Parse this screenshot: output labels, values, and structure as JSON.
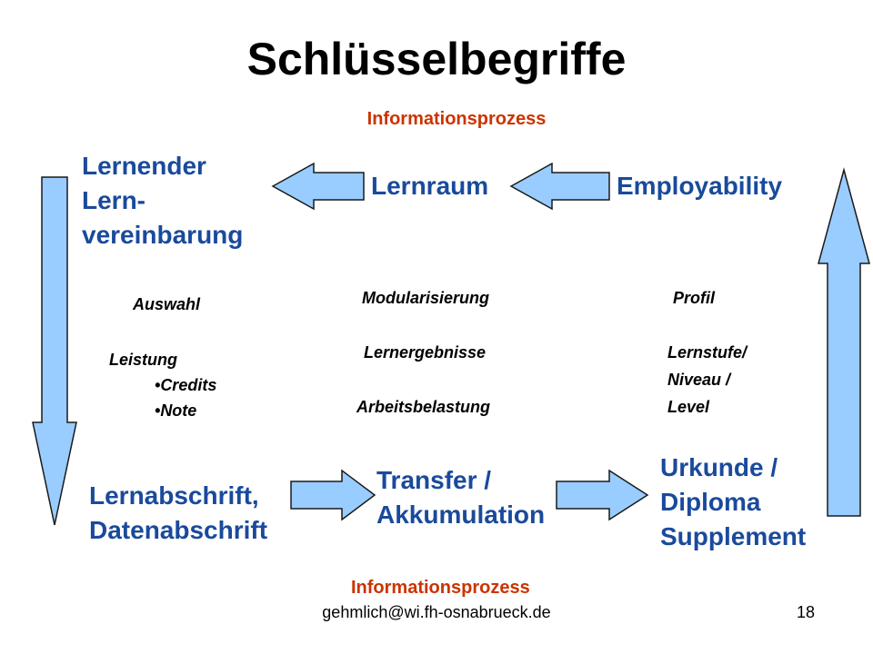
{
  "slide": {
    "title": "Schlüsselbegriffe",
    "process_label_top": "Informationsprozess",
    "process_label_bottom": "Informationsprozess",
    "footer_email": "gehmlich@wi.fh-osnabrueck.de",
    "page_number": "18"
  },
  "nodes": {
    "lernender": [
      "Lernender",
      "Lern-",
      "vereinbarung"
    ],
    "lernraum": "Lernraum",
    "employability": "Employability",
    "lernabschrift": [
      "Lernabschrift,",
      "Datenabschrift"
    ],
    "transfer": [
      "Transfer /",
      "Akkumulation"
    ],
    "urkunde": [
      "Urkunde /",
      "Diploma",
      "Supplement"
    ]
  },
  "details": {
    "left": {
      "auswahl": "Auswahl",
      "leistung": "Leistung",
      "bullets": [
        "Credits",
        "Note"
      ]
    },
    "middle": [
      "Modularisierung",
      "Lernergebnisse",
      "Arbeitsbelastung"
    ],
    "right": {
      "profil": "Profil",
      "lernstufe": [
        "Lernstufe/",
        "Niveau /",
        "Level"
      ]
    }
  },
  "colors": {
    "arrow_fill": "#99ccff",
    "arrow_stroke": "#1a1a1a",
    "node_text": "#1a4a9c",
    "process_text": "#cc3300"
  }
}
